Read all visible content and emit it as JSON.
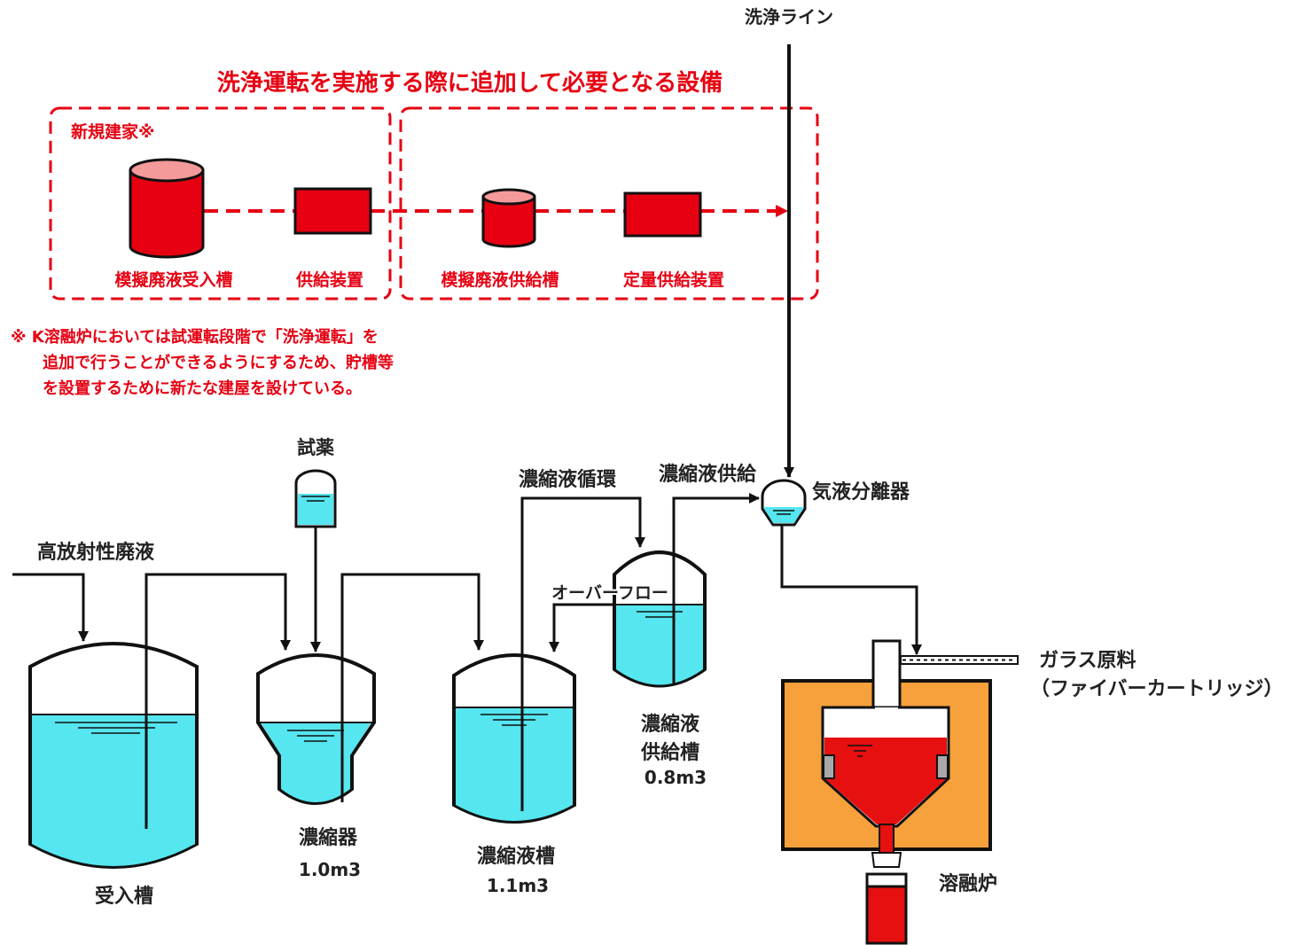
{
  "labels": {
    "wash_line": "洗浄ライン",
    "added_equipment_title": "洗浄運転を実施する際に追加して必要となる設備",
    "new_building": "新規建家※",
    "sim_waste_receiving_tank": "模擬廃液受入槽",
    "feed_device": "供給装置",
    "sim_waste_feed_tank": "模擬廃液供給槽",
    "metered_feed_device": "定量供給装置",
    "note_lines": [
      "※ K溶融炉においては試運転段階で「洗浄運転」を",
      "追加で行うことができるようにするため、貯槽等",
      "を設置するために新たな建屋を設けている。"
    ],
    "reagent": "試薬",
    "hlw": "高放射性廃液",
    "concentrate_circulation": "濃縮液循環",
    "concentrate_feed": "濃縮液供給",
    "gas_liquid_separator": "気液分離器",
    "overflow": "オーバーフロー",
    "receiving_tank": "受入槽",
    "evaporator": "濃縮器",
    "evaporator_volume": "1.0m3",
    "concentrate_tank": "濃縮液槽",
    "concentrate_tank_volume": "1.1m3",
    "concentrate_feed_tank_line1": "濃縮液",
    "concentrate_feed_tank_line2": "供給槽",
    "concentrate_feed_tank_volume": "0.8m3",
    "glass_material_line1": "ガラス原料",
    "glass_material_line2": "（ファイバーカートリッジ）",
    "melter": "溶融炉"
  },
  "colors": {
    "accent_red": "#e60012",
    "liquid": "#55e6f0",
    "melter_body": "#f6a13b",
    "glass_red": "#e61010",
    "line": "#111111"
  }
}
